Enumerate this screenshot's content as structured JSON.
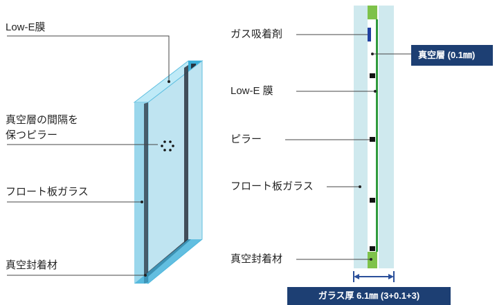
{
  "left_diagram": {
    "labels": {
      "low_e": "Low-E膜",
      "pillar_line1": "真空層の間隔を",
      "pillar_line2": "保つピラー",
      "float_glass": "フロート板ガラス",
      "seal": "真空封着材"
    }
  },
  "right_diagram": {
    "labels": {
      "getter": "ガス吸着剤",
      "low_e": "Low-E 膜",
      "pillar": "ピラー",
      "float_glass": "フロート板ガラス",
      "seal": "真空封着材"
    },
    "vacuum_badge": "真空層 (0.1㎜)",
    "thickness_badge": "ガラス厚 6.1㎜ (3+0.1+3)"
  },
  "colors": {
    "glass_edge": "#3aaed8",
    "glass_face": "#bfe4f1",
    "glass_side": "#8fd3ea",
    "dark_core": "#2a3440",
    "section_glass": "#cfe9ee",
    "seal_green": "#7ec24a",
    "lowe_green": "#2e9a3c",
    "pillar_black": "#111111",
    "getter_blue": "#1f3fa0",
    "badge_navy": "#1d3f73",
    "dimension_blue": "#2a4f9a"
  }
}
